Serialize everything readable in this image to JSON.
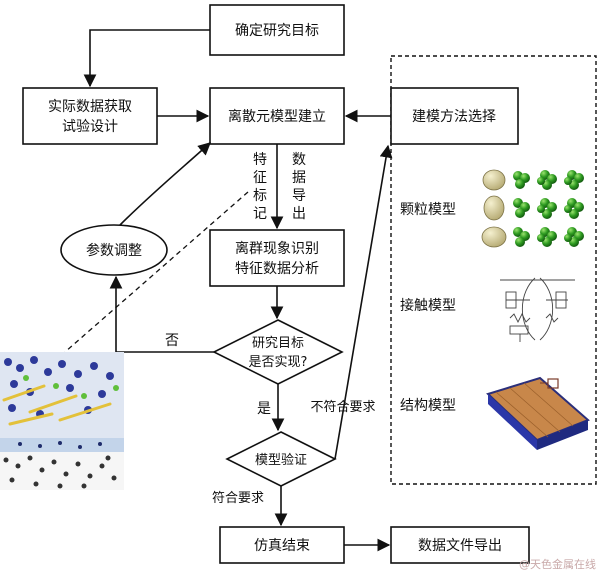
{
  "diagram": {
    "nodes": {
      "goal": "确定研究目标",
      "experiment_line1": "实际数据获取",
      "experiment_line2": "试验设计",
      "dem": "离散元模型建立",
      "method": "建模方法选择",
      "analysis_line1": "离群现象识别",
      "analysis_line2": "特征数据分析",
      "params": "参数调整",
      "decision_line1": "研究目标",
      "decision_line2": "是否实现?",
      "validate": "模型验证",
      "end": "仿真结束",
      "export": "数据文件导出"
    },
    "edge_labels": {
      "feature_mark": [
        "特",
        "征",
        "标",
        "记"
      ],
      "data_export": [
        "数",
        "据",
        "导",
        "出"
      ],
      "no": "否",
      "yes": "是",
      "not_meet": "不符合要求",
      "meet": "符合要求"
    },
    "panel": {
      "particle_model": "颗粒模型",
      "contact_model": "接触模型",
      "structure_model": "结构模型"
    },
    "watermark": "@天色金属在线"
  }
}
